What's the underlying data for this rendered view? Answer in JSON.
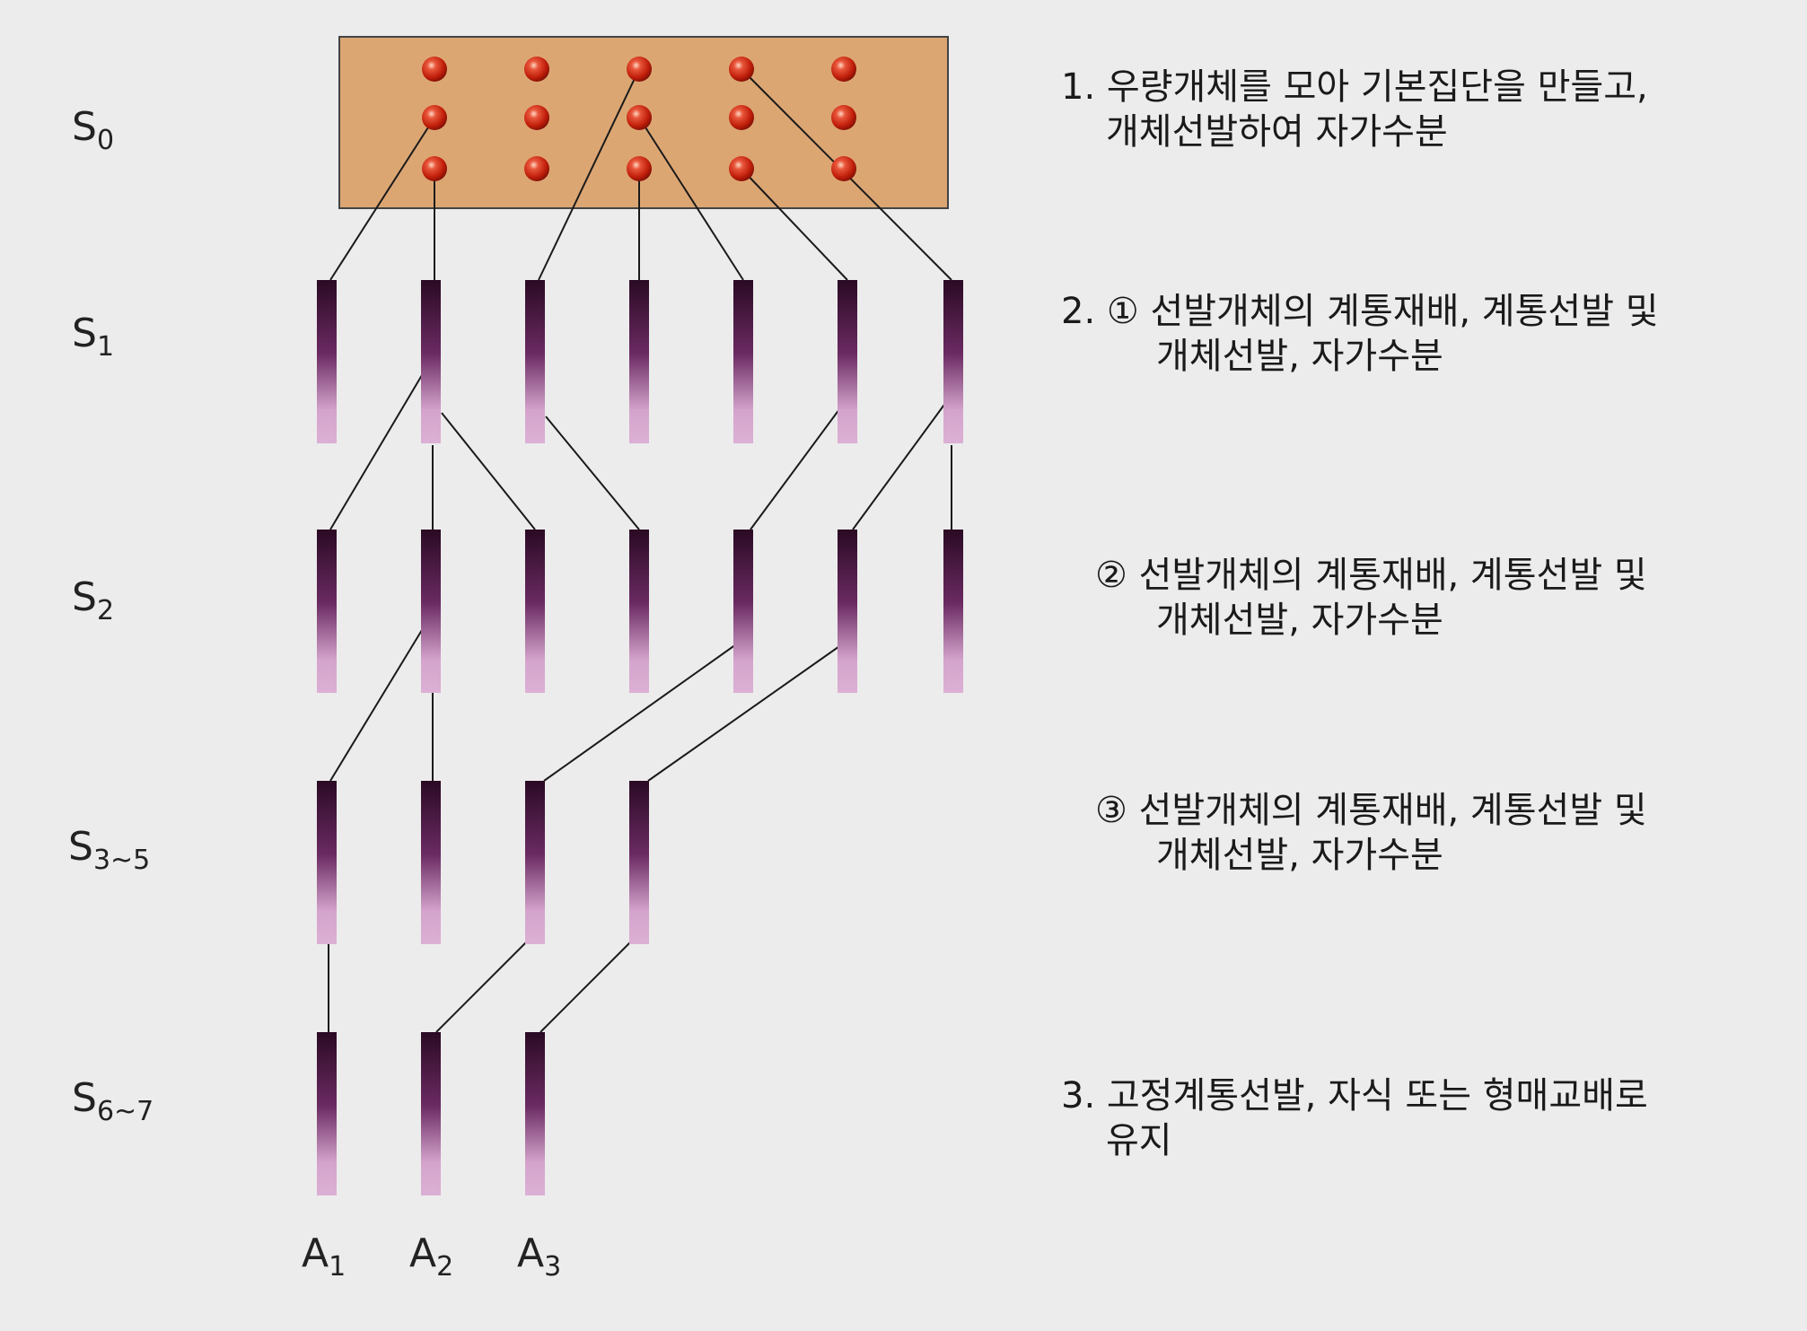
{
  "generations": [
    {
      "letter": "S",
      "sub": "0"
    },
    {
      "letter": "S",
      "sub": "1"
    },
    {
      "letter": "S",
      "sub": "2"
    },
    {
      "letter": "S",
      "sub": "3~5"
    },
    {
      "letter": "S",
      "sub": "6~7"
    }
  ],
  "lines": [
    {
      "letter": "A",
      "sub": "1"
    },
    {
      "letter": "A",
      "sub": "2"
    },
    {
      "letter": "A",
      "sub": "3"
    }
  ],
  "steps": [
    {
      "line1": "1. 우량개체를 모아 기본집단을 만들고,",
      "line2": "개체선발하여 자가수분"
    },
    {
      "line1": "2. ① 선발개체의 계통재배, 계통선발 및",
      "line2": "개체선발, 자가수분"
    },
    {
      "line1": "② 선발개체의 계통재배, 계통선발 및",
      "line2": "개체선발, 자가수분"
    },
    {
      "line1": "③ 선발개체의 계통재배, 계통선발 및",
      "line2": "개체선발, 자가수분"
    },
    {
      "line1": "3. 고정계통선발, 자식 또는 형매교배로",
      "line2": "유지"
    }
  ],
  "colors": {
    "background": "#ececec",
    "population_box": "#dca673",
    "dot": "#c8240c",
    "bar_top": "#2a0a24",
    "bar_bottom": "#d7a7cf"
  }
}
